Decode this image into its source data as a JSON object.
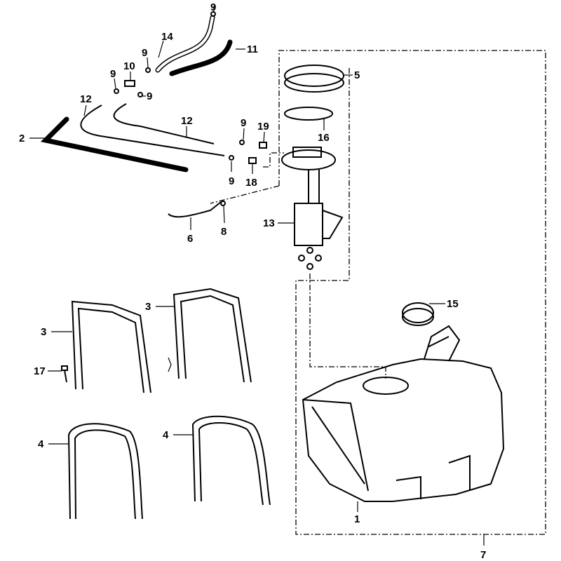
{
  "diagram": {
    "title": "Fuel tank assembly exploded view",
    "callouts": [
      {
        "id": "c9a",
        "text": "9"
      },
      {
        "id": "c14",
        "text": "14"
      },
      {
        "id": "c11",
        "text": "11"
      },
      {
        "id": "c9b",
        "text": "9"
      },
      {
        "id": "c10",
        "text": "10"
      },
      {
        "id": "c9c",
        "text": "9"
      },
      {
        "id": "c9d",
        "text": "9"
      },
      {
        "id": "c5",
        "text": "5"
      },
      {
        "id": "c12a",
        "text": "12"
      },
      {
        "id": "c12b",
        "text": "12"
      },
      {
        "id": "c9e",
        "text": "9"
      },
      {
        "id": "c19",
        "text": "19"
      },
      {
        "id": "c16",
        "text": "16"
      },
      {
        "id": "c2",
        "text": "2"
      },
      {
        "id": "c9f",
        "text": "9"
      },
      {
        "id": "c18",
        "text": "18"
      },
      {
        "id": "c8",
        "text": "8"
      },
      {
        "id": "c6",
        "text": "6"
      },
      {
        "id": "c13",
        "text": "13"
      },
      {
        "id": "c15",
        "text": "15"
      },
      {
        "id": "c3a",
        "text": "3"
      },
      {
        "id": "c3b",
        "text": "3"
      },
      {
        "id": "c17",
        "text": "17"
      },
      {
        "id": "c4a",
        "text": "4"
      },
      {
        "id": "c4b",
        "text": "4"
      },
      {
        "id": "c1",
        "text": "1"
      },
      {
        "id": "c7",
        "text": "7"
      }
    ]
  }
}
